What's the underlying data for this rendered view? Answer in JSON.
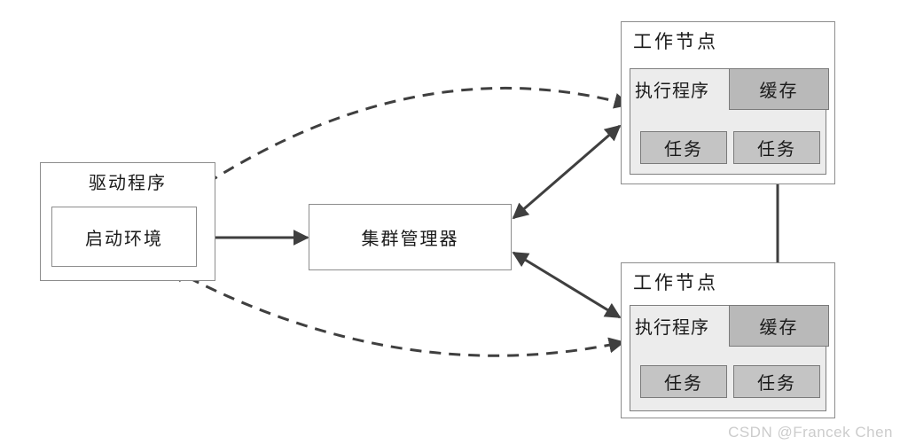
{
  "diagram": {
    "driver": {
      "label": "驱动程序",
      "context_label": "启动环境"
    },
    "cluster_manager": {
      "label": "集群管理器"
    },
    "workers": [
      {
        "label": "工作节点",
        "executor_label": "执行程序",
        "cache_label": "缓存",
        "tasks": [
          "任务",
          "任务"
        ]
      },
      {
        "label": "工作节点",
        "executor_label": "执行程序",
        "cache_label": "缓存",
        "tasks": [
          "任务",
          "任务"
        ]
      }
    ],
    "connections": [
      {
        "from": "launch-environment",
        "to": "cluster-manager",
        "style": "solid",
        "bidirectional": true
      },
      {
        "from": "cluster-manager",
        "to": "worker-node-top-executor",
        "style": "solid",
        "bidirectional": true
      },
      {
        "from": "cluster-manager",
        "to": "worker-node-bottom-executor",
        "style": "solid",
        "bidirectional": true
      },
      {
        "from": "worker-node-top",
        "to": "worker-node-bottom",
        "style": "solid",
        "bidirectional": true
      },
      {
        "from": "driver-program",
        "to": "worker-node-top-executor",
        "style": "dashed",
        "bidirectional": true
      },
      {
        "from": "driver-program",
        "to": "worker-node-bottom-executor",
        "style": "dashed",
        "bidirectional": true
      }
    ],
    "colors": {
      "arrow": "#3f3f3f",
      "box_border": "#8c8c8c",
      "executor_fill": "#ececec",
      "cache_fill": "#b9b9b9",
      "task_fill": "#c4c4c4",
      "watermark": "#cccccc"
    },
    "watermark": "CSDN @Francek Chen"
  }
}
